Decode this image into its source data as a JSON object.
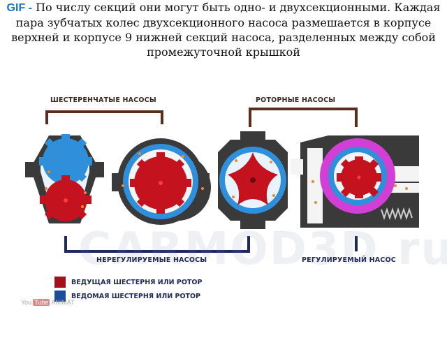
{
  "header": {
    "label": "GIF -",
    "text": "По числу секций они могут быть одно- и двухсекционными. Каждая пара зубчатых колес двухсекционного насоса размешается в корпусе верхней и корпусе 9 нижней секций насоса, разделенных между собой промежуточной крышкой"
  },
  "diagram": {
    "labels": {
      "gear_pumps": "ШЕСТЕРЕНЧАТЫЕ НАСОСЫ",
      "rotary_pumps": "РОТОРНЫЕ НАСОСЫ",
      "unregulated": "НЕРЕГУЛИРУЕМЫЕ НАСОСЫ",
      "regulated": "РЕГУЛИРУЕМЫЙ НАСОС"
    },
    "legend": [
      {
        "label": "ВЕДУЩАЯ ШЕСТЕРНЯ ИЛИ РОТОР",
        "color": "#a3121c"
      },
      {
        "label": "ВЕДОМАЯ ШЕСТЕРНЯ ИЛИ РОТОР",
        "color": "#1d4d9a"
      }
    ],
    "watermark": "CARMOD3D.ru",
    "youtube": {
      "prefix": "You",
      "box": "Tube",
      "suffix": "ANIMAT"
    },
    "colors": {
      "housing": "#3a3a3a",
      "blue": "#2f8fdb",
      "red": "#c5121f",
      "magenta": "#d23fd6",
      "bracket_top": "#5a2e1c",
      "bracket_bottom": "#1f2a5c"
    }
  }
}
